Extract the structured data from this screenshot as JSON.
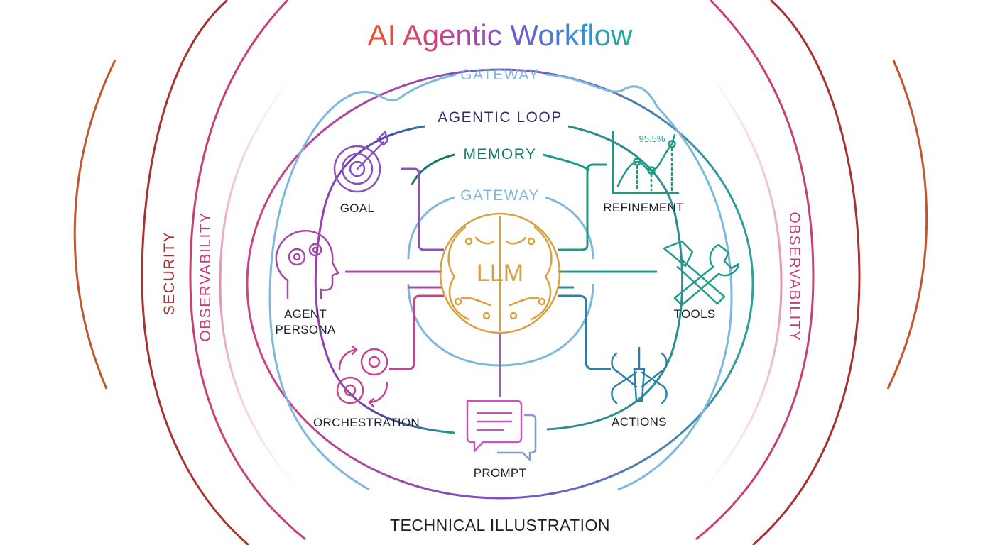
{
  "title": "AI Agentic Workflow",
  "footer": "TECHNICAL ILLUSTRATION",
  "core": {
    "label": "LLM"
  },
  "rings": {
    "gateway_outer": "GATEWAY",
    "agentic_loop": "AGENTIC LOOP",
    "memory": "MEMORY",
    "gateway_inner": "GATEWAY"
  },
  "sides": {
    "security": "SECURITY",
    "observability_left": "OBSERVABILITY",
    "observability_right": "OBSERVABILITY"
  },
  "nodes": {
    "goal": "GOAL",
    "persona_line1": "AGENT",
    "persona_line2": "PERSONA",
    "orchestration": "ORCHESTRATION",
    "prompt": "PROMPT",
    "actions": "ACTIONS",
    "tools": "TOOLS",
    "refinement": "REFINEMENT",
    "refinement_value": "95.5%"
  },
  "colors": {
    "title_gradient": [
      "#e4572e",
      "#c83f8f",
      "#6d5bd0",
      "#3a8fd6",
      "#1bae8c"
    ],
    "security": "#a8322d",
    "observability": "#c43d7a",
    "gateway": "#7fb8de",
    "agentic_loop": "#2f2e6e",
    "memory": "#167a6a",
    "core": "#d9a040"
  }
}
